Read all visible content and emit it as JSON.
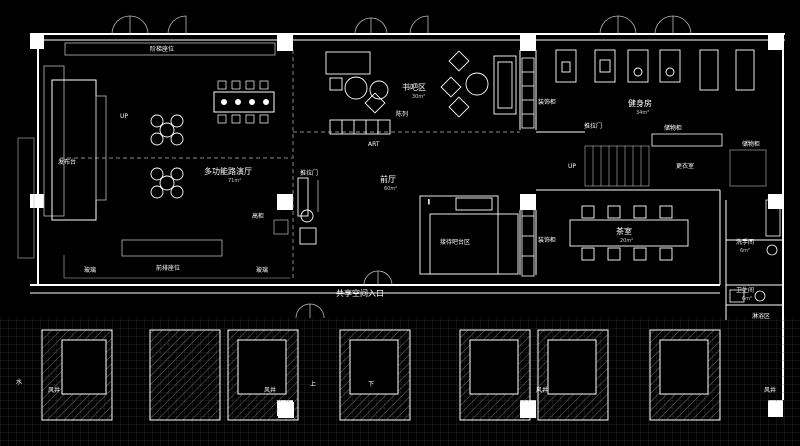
{
  "rooms": {
    "stage_seating": "阶梯座位",
    "release_stage": "发布台",
    "multi_hall": "多功能路演厅",
    "multi_hall_area": "71m²",
    "bar_zone": "书吧区",
    "bar_zone_area": "30m²",
    "gym": "健身房",
    "gym_area": "34m²",
    "lobby": "前厅",
    "lobby_area": "60m²",
    "tea_room": "茶室",
    "tea_room_area": "20m²",
    "reception": "接待吧台区",
    "shared_entry": "共享空间入口",
    "restroom": "洗手间",
    "restroom_area": "6m²",
    "toilet": "卫生间",
    "toilet_area": "6m²",
    "shower": "淋浴区",
    "changing": "更衣室",
    "storage": "储物柜",
    "front_seating": "前排座位",
    "water": "水",
    "wind_1": "风井",
    "wind_2": "风井",
    "wind_3": "风井",
    "wind_4": "风井"
  },
  "notes": {
    "up_hall": "UP",
    "up_gym": "UP",
    "sliding_door_lobby": "推拉门",
    "sliding_door_gym": "推拉门",
    "glass_left": "玻璃",
    "glass_right": "玻璃",
    "high_cabinet": "高柜",
    "display_top": "装饰柜",
    "display_bar": "陈列",
    "display_mid": "装饰柜",
    "art": "ART",
    "storage_cab": "储物柜",
    "stair_up": "上",
    "stair_down": "下"
  }
}
